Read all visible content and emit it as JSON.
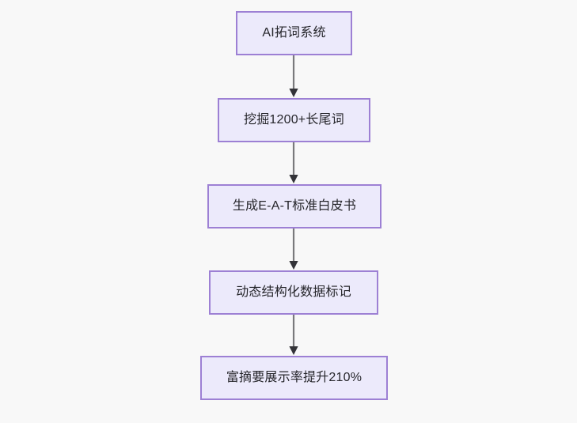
{
  "diagram": {
    "type": "flowchart",
    "direction": "top-to-bottom",
    "background_color": "#f8f8f8",
    "node_fill_color": "#eceafb",
    "node_border_color": "#9d80d4",
    "edge_color": "#79797c",
    "text_color": "#26262b",
    "nodes": [
      {
        "id": "node-1",
        "label": "AI拓词系统"
      },
      {
        "id": "node-2",
        "label": "挖掘1200+长尾词"
      },
      {
        "id": "node-3",
        "label": "生成E-A-T标准白皮书"
      },
      {
        "id": "node-4",
        "label": "动态结构化数据标记"
      },
      {
        "id": "node-5",
        "label": "富摘要展示率提升210%"
      }
    ],
    "edges": [
      {
        "id": "edge-1",
        "from": "node-1",
        "to": "node-2",
        "label": ""
      },
      {
        "id": "edge-2",
        "from": "node-2",
        "to": "node-3",
        "label": ""
      },
      {
        "id": "edge-3",
        "from": "node-3",
        "to": "node-4",
        "label": ""
      },
      {
        "id": "edge-4",
        "from": "node-4",
        "to": "node-5",
        "label": ""
      }
    ]
  }
}
